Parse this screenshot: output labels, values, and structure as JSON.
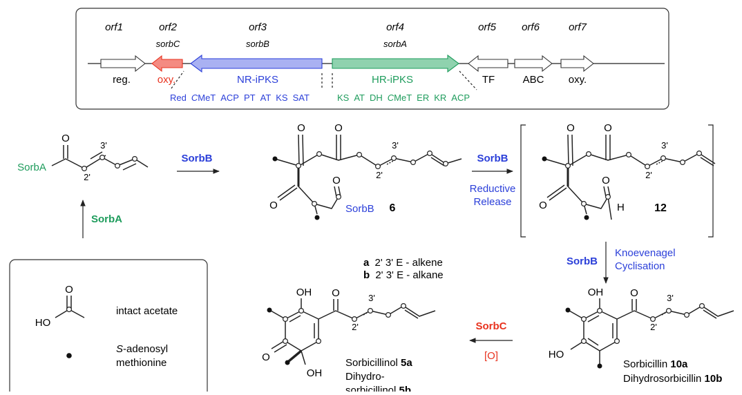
{
  "gene_cluster": {
    "orfs": [
      {
        "name": "orf1",
        "gene": "",
        "label": "reg."
      },
      {
        "name": "orf2",
        "gene": "sorbC",
        "label": "oxy."
      },
      {
        "name": "orf3",
        "gene": "sorbB",
        "label": "NR-iPKS"
      },
      {
        "name": "orf4",
        "gene": "sorbA",
        "label": "HR-iPKS"
      },
      {
        "name": "orf5",
        "gene": "",
        "label": "TF"
      },
      {
        "name": "orf6",
        "gene": "",
        "label": "ABC"
      },
      {
        "name": "orf7",
        "gene": "",
        "label": "oxy."
      }
    ],
    "nr_domains": [
      "Red",
      "CMeT",
      "ACP",
      "PT",
      "AT",
      "KS",
      "SAT"
    ],
    "hr_domains": [
      "KS",
      "AT",
      "DH",
      "CMeT",
      "ER",
      "KR",
      "ACP"
    ]
  },
  "colors": {
    "sorbA": "#1e9c5c",
    "sorbB": "#2b3fd9",
    "sorbC": "#e8321e",
    "nr_fill": "#a9b1f2",
    "hr_fill": "#8fd2ae",
    "oxy_fill": "#f48b82"
  },
  "scheme": {
    "start_label": "SorbA",
    "sorbA_enzyme": "SorbA",
    "step1_enzyme": "SorbB",
    "step2_enzyme": "SorbB",
    "step2_note_line1": "Reductive",
    "step2_note_line2": "Release",
    "step3_enzyme": "SorbB",
    "step3_note_line1": "Knoevenagel",
    "step3_note_line2": "Cyclisation",
    "step4_enzyme": "SorbC",
    "step4_note": "[O]",
    "thioester_label": "SorbB",
    "compound_6": "6",
    "compound_12": "12",
    "position_2": "2'",
    "position_3": "3'",
    "variant_a_letter": "a",
    "variant_a_text": "2' 3' E - alkene",
    "variant_b_letter": "b",
    "variant_b_text": "2' 3' E - alkane",
    "product_10_line1": "Sorbicillin",
    "product_10_num1": "10a",
    "product_10_line2": "Dihydrosorbicillin",
    "product_10_num2": "10b",
    "product_5_line1": "Sorbicillinol",
    "product_5_num1": "5a",
    "product_5_line2": "Dihydro-",
    "product_5_line3": "sorbicillinol",
    "product_5_num3": "5b",
    "oh": "OH",
    "ho": "HO",
    "o": "O",
    "h": "H"
  },
  "legend": {
    "acetate_label": "intact acetate",
    "sam_line1": "S-adenosyl",
    "sam_line2": "methionine",
    "ho": "HO",
    "o": "O"
  }
}
